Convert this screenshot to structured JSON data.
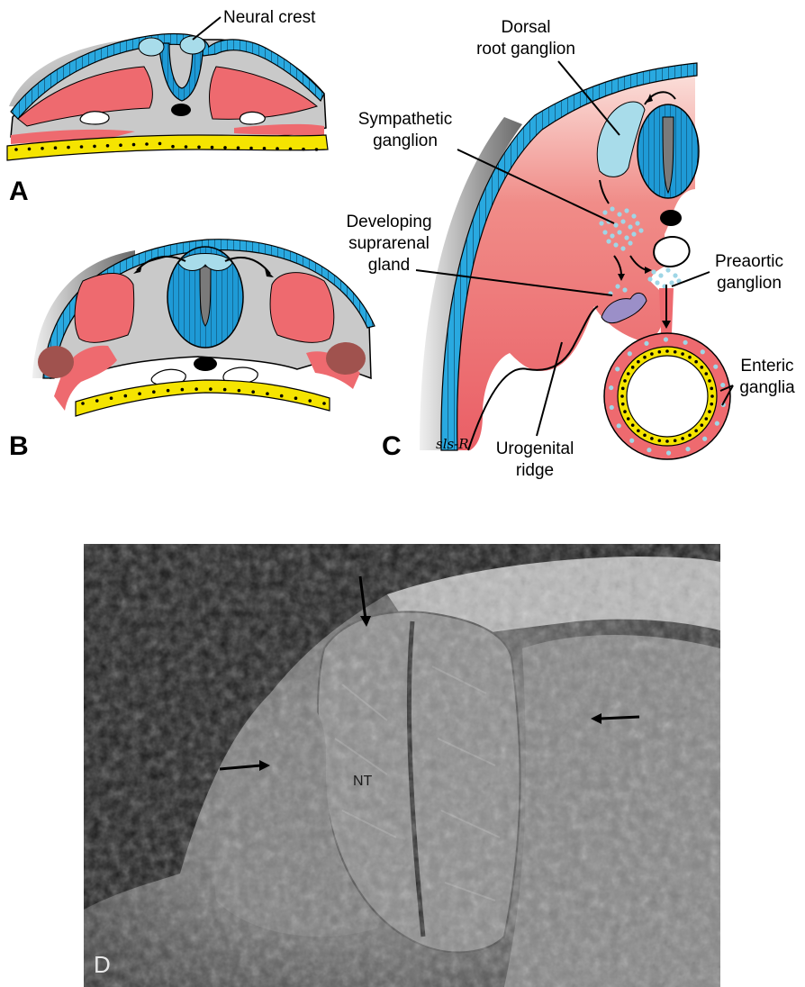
{
  "panels": {
    "a": {
      "letter": "A",
      "label_neural_crest": "Neural crest"
    },
    "b": {
      "letter": "B"
    },
    "c": {
      "letter": "C",
      "labels": {
        "dorsal": "Dorsal",
        "root_ganglion": "root ganglion",
        "sympathetic": "Sympathetic",
        "ganglion": "ganglion",
        "developing": "Developing",
        "suprarenal": "suprarenal",
        "gland": "gland",
        "preaortic": "Preaortic",
        "preaortic_ganglion": "ganglion",
        "enteric": "Enteric",
        "ganglia": "ganglia",
        "urogenital": "Urogenital",
        "ridge": "ridge"
      },
      "signature": "sls-R"
    },
    "d": {
      "letter": "D",
      "nt_label": "NT"
    }
  },
  "colors": {
    "ectoderm_blue": "#29a9e0",
    "neural_tube_blue": "#1e9ad6",
    "crest_light_blue": "#a8dcea",
    "mesoderm_pink": "#ee6a6f",
    "mesenchyme_gray": "#c8c8c8",
    "endoderm_yellow": "#f5e400",
    "suprarenal_purple": "#9b8fc8",
    "photo_background": "#1c1c1c"
  }
}
